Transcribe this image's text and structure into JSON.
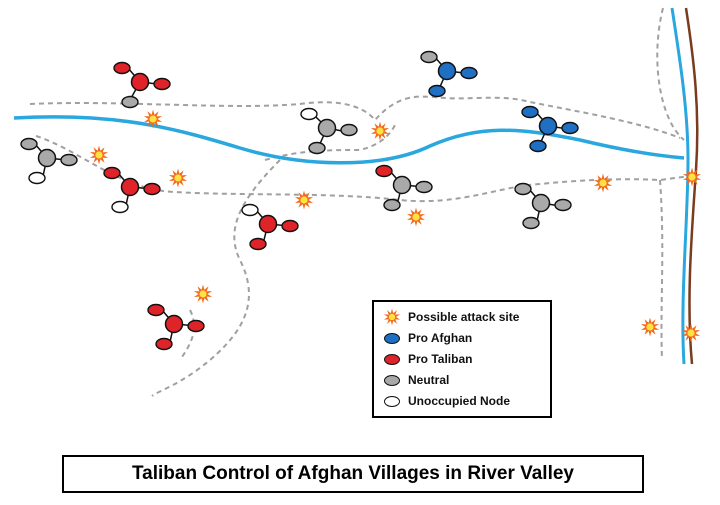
{
  "title": "Taliban Control of Afghan Villages in River Valley",
  "colors": {
    "pro_afghan": "#1f6fc2",
    "pro_taliban": "#e02328",
    "neutral": "#a9a9a9",
    "unoccupied": "#ffffff",
    "river": "#2aa7de",
    "road": "#a0a0a0",
    "brown_road": "#7a3b1e",
    "attack_outer": "#f26a1b",
    "attack_inner": "#fde243"
  },
  "legend": [
    {
      "key": "attack",
      "icon": "attack-site-icon",
      "label": "Possible attack site"
    },
    {
      "key": "pro_afghan",
      "icon": "blue-node-icon",
      "label": "Pro Afghan"
    },
    {
      "key": "pro_taliban",
      "icon": "red-node-icon",
      "label": "Pro Taliban"
    },
    {
      "key": "neutral",
      "icon": "gray-node-icon",
      "label": "Neutral"
    },
    {
      "key": "unoccupied",
      "icon": "white-node-icon",
      "label": "Unoccupied Node"
    }
  ],
  "villages": [
    {
      "name": "village-top-left-red",
      "hub": "pro_taliban",
      "nodes": [
        "pro_taliban",
        "pro_taliban",
        "neutral",
        "pro_taliban"
      ]
    },
    {
      "name": "village-top-blue",
      "hub": "pro_afghan",
      "nodes": [
        "neutral",
        "pro_afghan",
        "pro_afghan",
        "pro_afghan"
      ]
    },
    {
      "name": "village-right-blue",
      "hub": "pro_afghan",
      "nodes": [
        "pro_afghan",
        "pro_afghan",
        "pro_afghan",
        "pro_afghan"
      ]
    },
    {
      "name": "village-center-gray",
      "hub": "neutral",
      "nodes": [
        "unoccupied",
        "neutral",
        "neutral",
        "pro_afghan"
      ]
    },
    {
      "name": "village-left-gray",
      "hub": "neutral",
      "nodes": [
        "neutral",
        "neutral",
        "unoccupied",
        "unoccupied"
      ]
    },
    {
      "name": "village-left-red",
      "hub": "pro_taliban",
      "nodes": [
        "pro_taliban",
        "pro_taliban",
        "unoccupied",
        "pro_taliban"
      ]
    },
    {
      "name": "village-center-red-gray",
      "hub": "neutral",
      "nodes": [
        "pro_taliban",
        "neutral",
        "neutral",
        "neutral"
      ]
    },
    {
      "name": "village-right-gray",
      "hub": "neutral",
      "nodes": [
        "neutral",
        "neutral",
        "neutral",
        "neutral"
      ]
    },
    {
      "name": "village-middle-red",
      "hub": "pro_taliban",
      "nodes": [
        "unoccupied",
        "pro_taliban",
        "pro_taliban",
        "pro_taliban"
      ]
    },
    {
      "name": "village-bottom-red",
      "hub": "pro_taliban",
      "nodes": [
        "pro_taliban",
        "pro_taliban",
        "pro_taliban",
        "pro_taliban"
      ]
    }
  ],
  "attack_site_count": 12
}
